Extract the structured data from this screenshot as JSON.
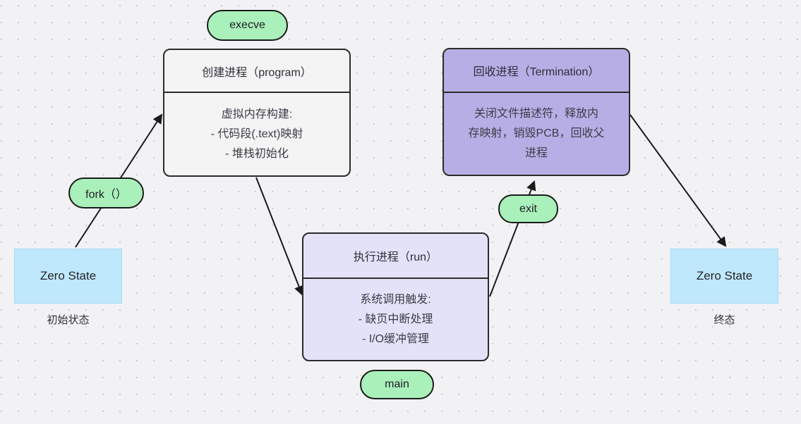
{
  "diagram": {
    "background_color": "#f2f2f4",
    "dot_color": "#c9c9cb",
    "edge_color": "#1a1a1a",
    "label_fill": "#a9f0ba",
    "nodes": {
      "create": {
        "title": "创建进程（program）",
        "lines": [
          "虚拟内存构建:",
          "- 代码段(.text)映射",
          "- 堆栈初始化"
        ],
        "fill": "#f4f4f4"
      },
      "terminate": {
        "title": "回收进程（Termination）",
        "lines": [
          "关闭文件描述符，释放内",
          "存映射，销毁PCB，回收父",
          "进程"
        ],
        "fill": "#b7aee6"
      },
      "run": {
        "title": "执行进程（run）",
        "lines": [
          "系统调用触发:",
          "- 缺页中断处理",
          "- I/O缓冲管理"
        ],
        "fill": "#e4e2f8"
      },
      "zero_start": {
        "label": "Zero State",
        "caption": "初始状态",
        "fill": "#bfe8fc"
      },
      "zero_end": {
        "label": "Zero State",
        "caption": "终态",
        "fill": "#bfe8fc"
      }
    },
    "labels": {
      "execve": "execve",
      "fork": "fork（）",
      "exit": "exit",
      "main": "main"
    },
    "edges": [
      {
        "from": "zero_start",
        "to": "create",
        "via_label": "fork（）"
      },
      {
        "from": "create",
        "to": "run"
      },
      {
        "from": "run",
        "to": "terminate",
        "via_label": "exit"
      },
      {
        "from": "terminate",
        "to": "zero_end"
      }
    ]
  }
}
